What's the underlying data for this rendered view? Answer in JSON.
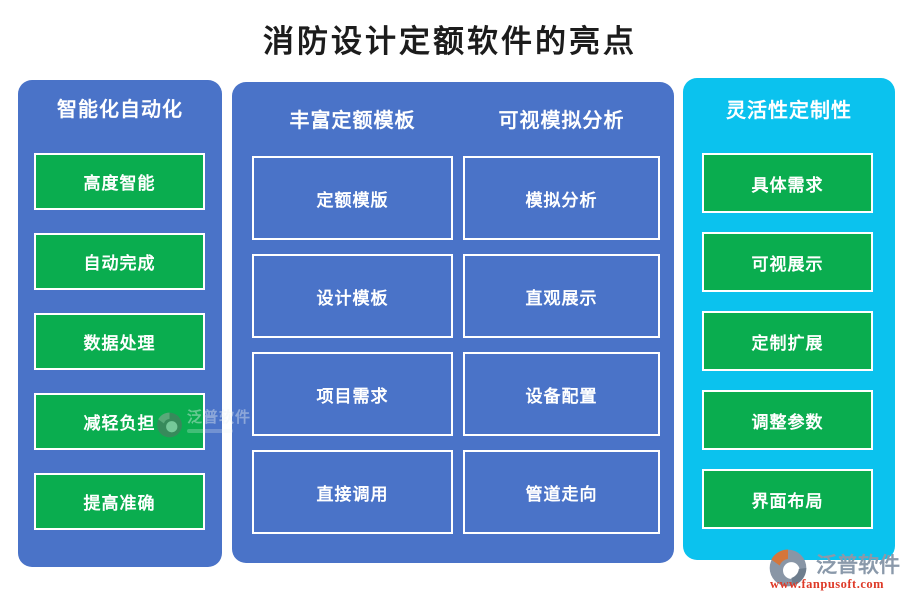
{
  "title": "消防设计定额软件的亮点",
  "panels": [
    {
      "header": "智能化自动化",
      "items": [
        "高度智能",
        "自动完成",
        "数据处理",
        "减轻负担",
        "提高准确"
      ]
    },
    {
      "headers": [
        "丰富定额模板",
        "可视模拟分析"
      ],
      "columns": [
        [
          "定额模版",
          "设计模板",
          "项目需求",
          "直接调用"
        ],
        [
          "模拟分析",
          "直观展示",
          "设备配置",
          "管道走向"
        ]
      ]
    },
    {
      "header": "灵活性定制性",
      "items": [
        "具体需求",
        "可视展示",
        "定制扩展",
        "调整参数",
        "界面布局"
      ]
    }
  ],
  "watermark": {
    "text": "泛普软件"
  },
  "logo": {
    "text": "泛普软件",
    "url": "www.fanpusoft.com"
  },
  "colors": {
    "panel_blue": "#4a73c8",
    "panel_cyan": "#0bc2ee",
    "item_green": "#0aad4f",
    "logo_gray": "#8a99aa",
    "url_red": "#de3a28",
    "title_black": "#1c1c1c"
  }
}
